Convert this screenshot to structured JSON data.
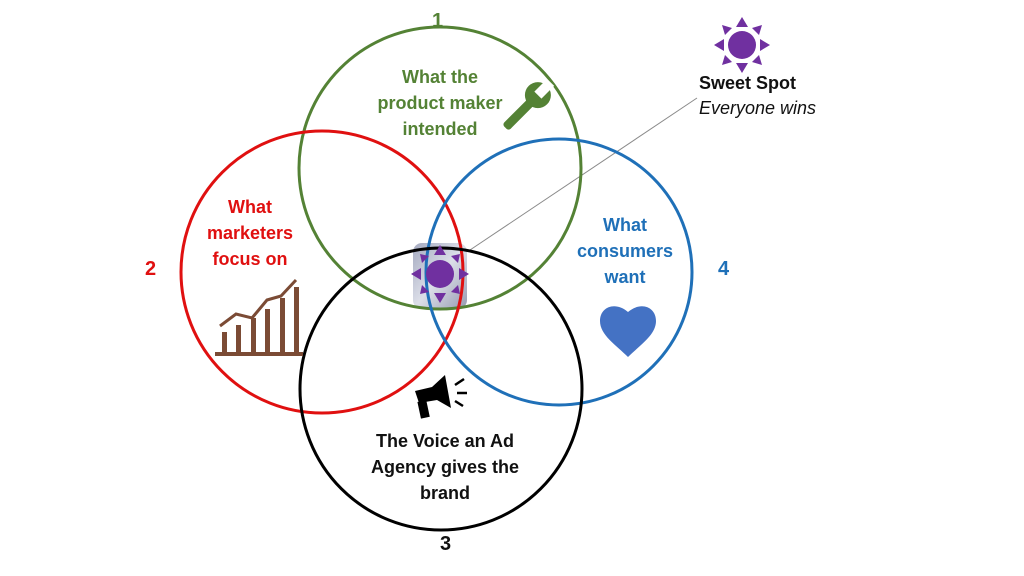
{
  "circles": [
    {
      "id": "1",
      "number": "1",
      "label_lines": [
        "What the",
        "product maker",
        "intended"
      ],
      "color": "#548235",
      "icon": "wrench-icon"
    },
    {
      "id": "2",
      "number": "2",
      "label_lines": [
        "What",
        "marketers",
        "focus on"
      ],
      "color": "#e01010",
      "icon": "growth-bar-chart-icon"
    },
    {
      "id": "3",
      "number": "3",
      "label_lines": [
        "The Voice an Ad",
        "Agency gives the",
        "brand"
      ],
      "color": "#111111",
      "icon": "megaphone-icon"
    },
    {
      "id": "4",
      "number": "4",
      "label_lines": [
        "What",
        "consumers",
        "want"
      ],
      "color": "#1f70b8",
      "icon": "heart-icon"
    }
  ],
  "sweet_spot": {
    "title": "Sweet Spot",
    "subtitle": "Everyone wins",
    "icon": "sun-icon",
    "icon_color": "#7030a0"
  },
  "colors": {
    "heart": "#4472c4",
    "chart_bars": "#7b4b35"
  }
}
